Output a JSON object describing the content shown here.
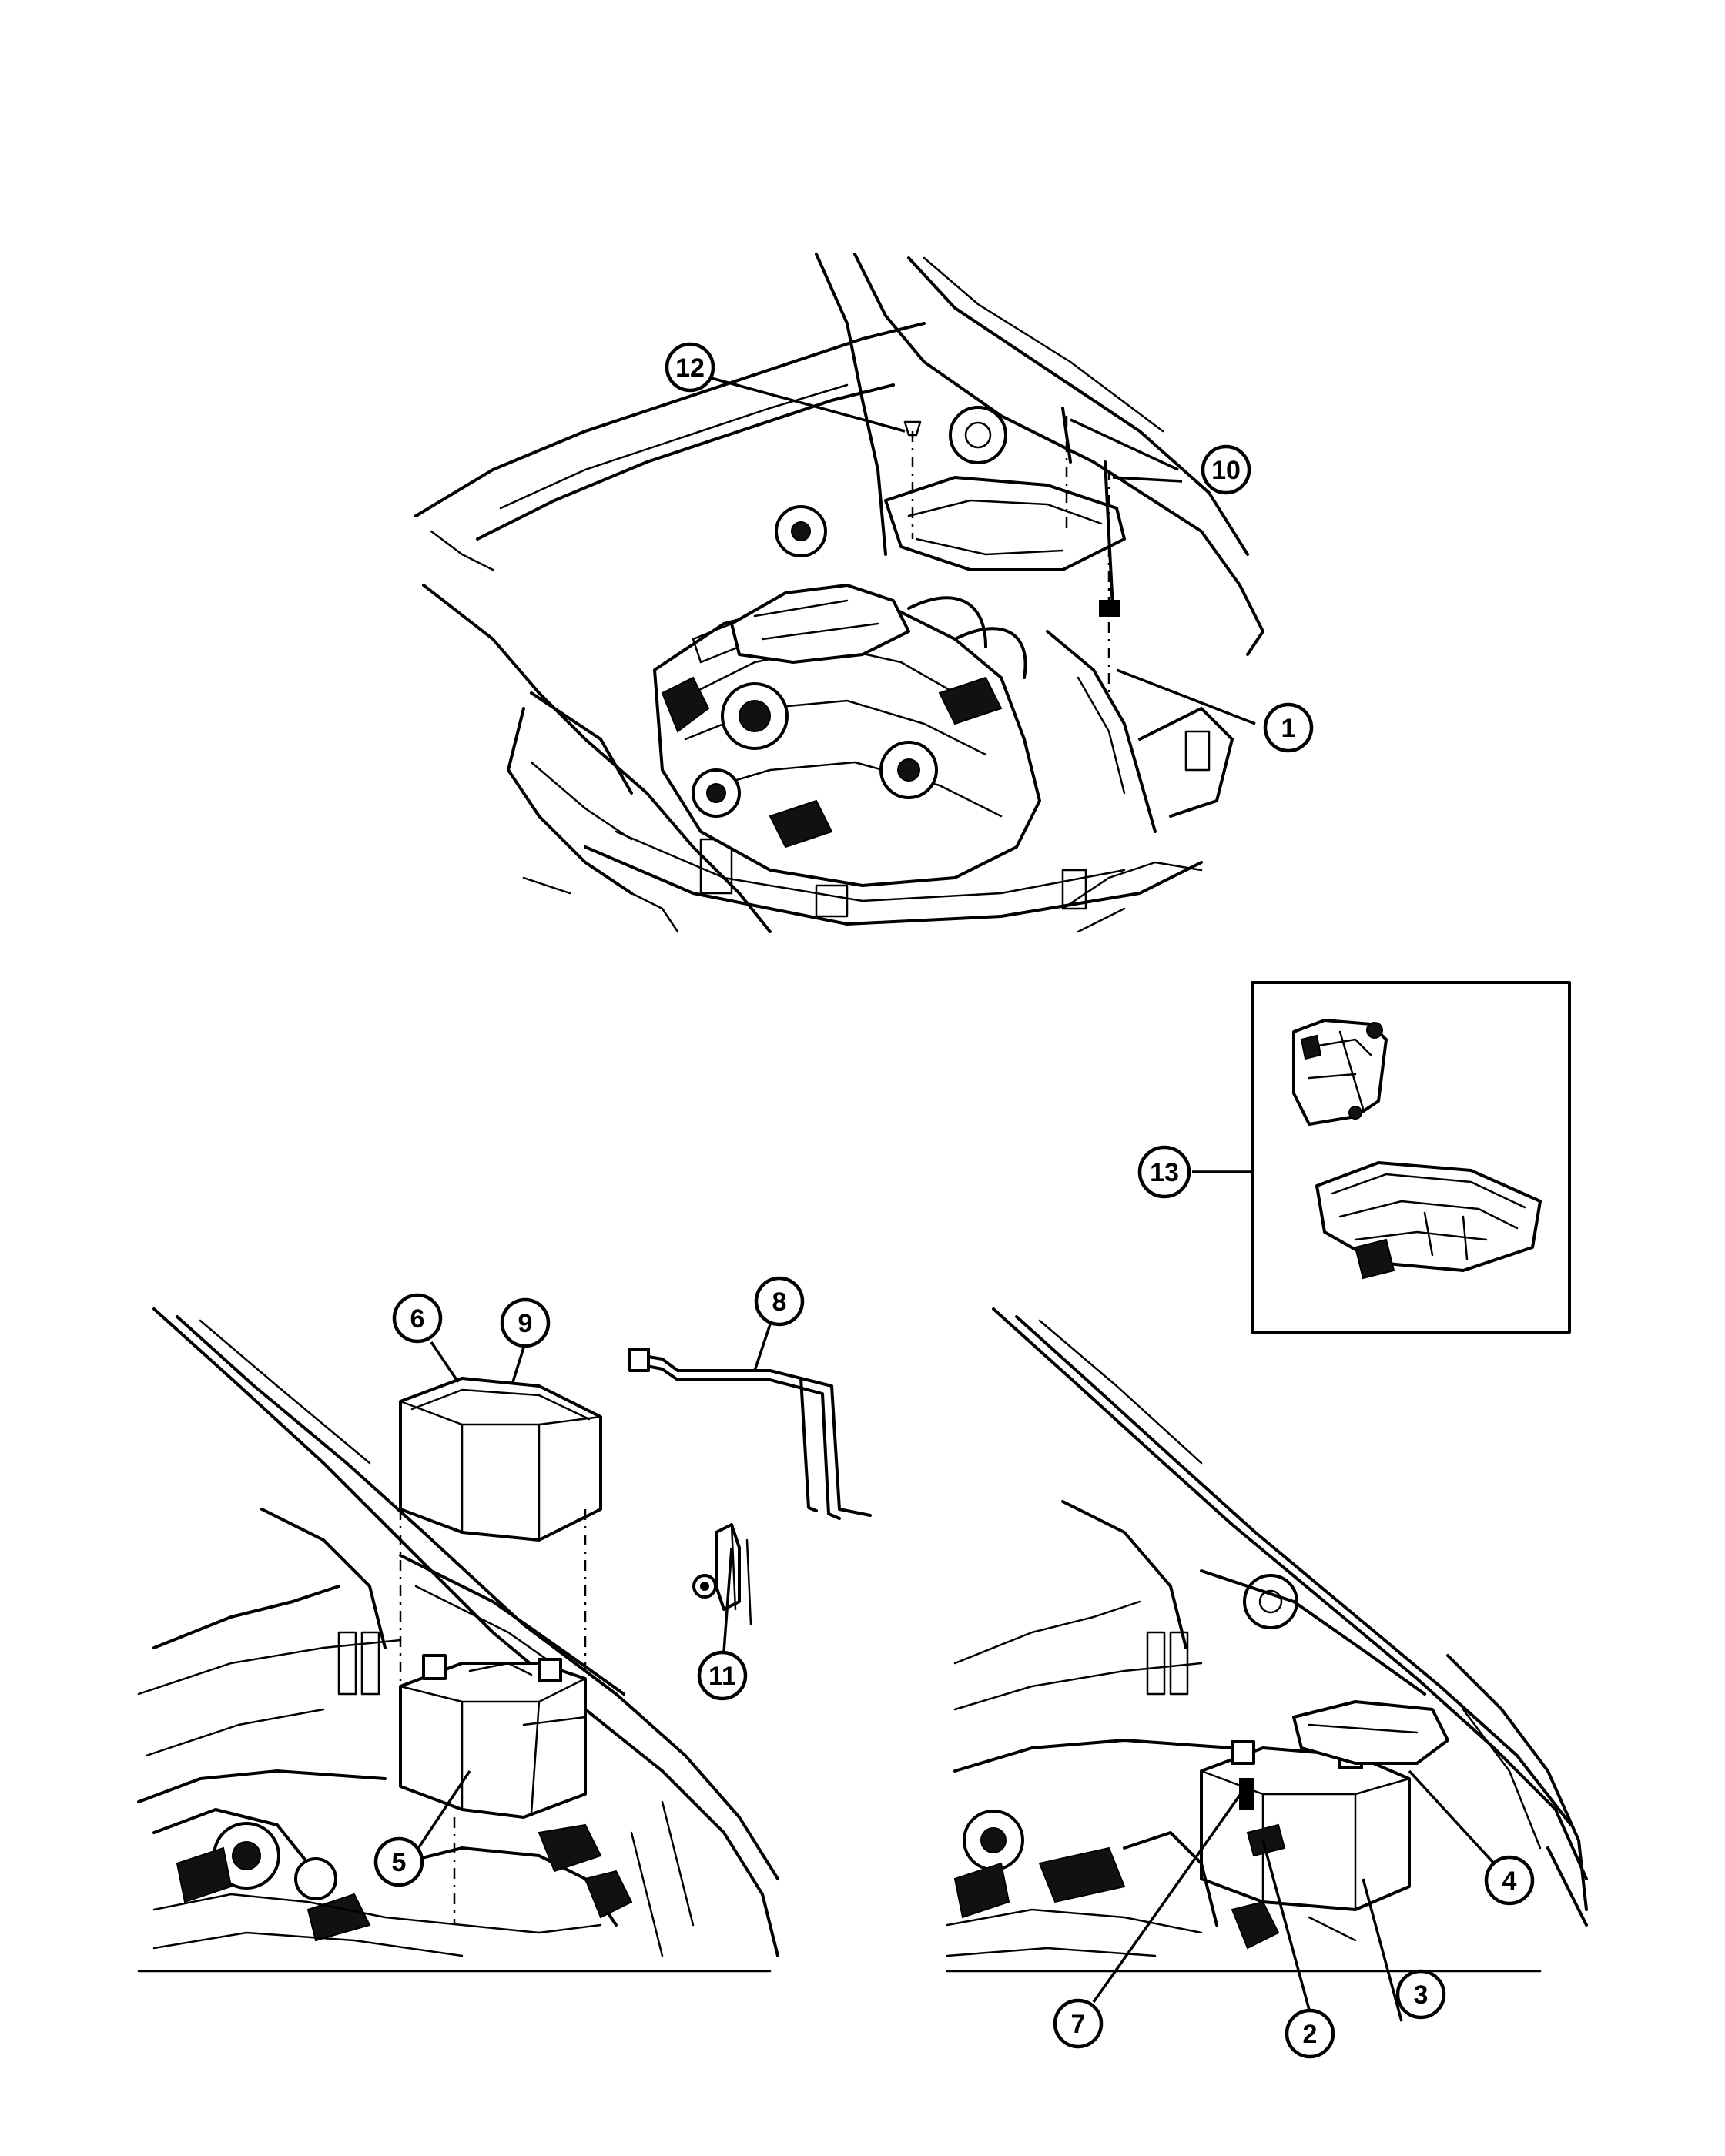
{
  "callouts": [
    {
      "id": "1",
      "label": "1"
    },
    {
      "id": "2",
      "label": "2"
    },
    {
      "id": "3",
      "label": "3"
    },
    {
      "id": "4",
      "label": "4"
    },
    {
      "id": "5",
      "label": "5"
    },
    {
      "id": "6",
      "label": "6"
    },
    {
      "id": "7",
      "label": "7"
    },
    {
      "id": "8",
      "label": "8"
    },
    {
      "id": "9",
      "label": "9"
    },
    {
      "id": "10",
      "label": "10"
    },
    {
      "id": "11",
      "label": "11"
    },
    {
      "id": "12",
      "label": "12"
    },
    {
      "id": "13",
      "label": "13"
    }
  ],
  "views": [
    {
      "name": "engine-bay-overview"
    },
    {
      "name": "battery-exploded-view"
    },
    {
      "name": "battery-installed-view"
    },
    {
      "name": "battery-tray-kit-inset"
    }
  ]
}
